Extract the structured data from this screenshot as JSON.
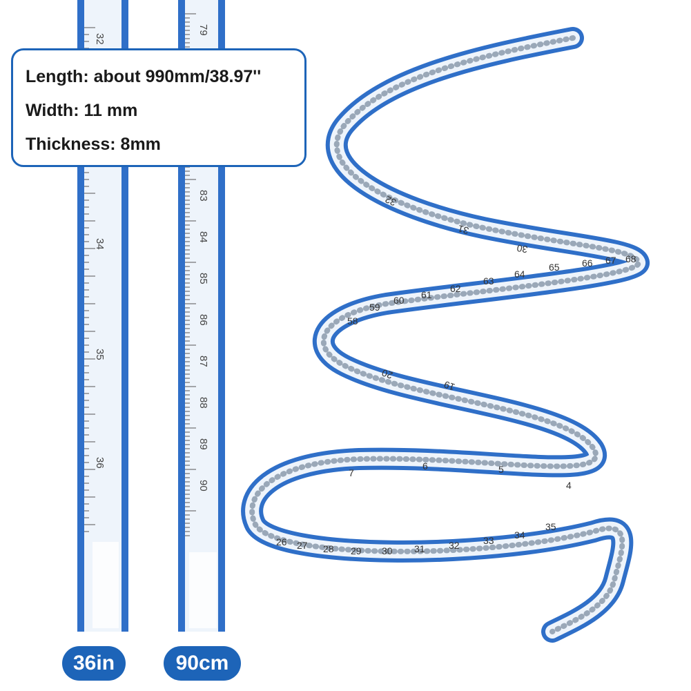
{
  "specs": {
    "length": "Length: about 990mm/38.97''",
    "width": "Width: 11 mm",
    "thickness": "Thickness: 8mm"
  },
  "badges": {
    "inch": "36in",
    "cm": "90cm"
  },
  "inch_ruler": {
    "labels": [
      "32",
      "34",
      "35",
      "36"
    ]
  },
  "cm_ruler": {
    "labels": [
      "79",
      "83",
      "84",
      "85",
      "86",
      "87",
      "88",
      "89",
      "90"
    ]
  },
  "spiral_ruler": {
    "labels": [
      "30",
      "31",
      "32",
      "58",
      "59",
      "60",
      "61",
      "62",
      "63",
      "64",
      "65",
      "66",
      "67",
      "68",
      "19",
      "20",
      "7",
      "6",
      "5",
      "4",
      "26",
      "27",
      "28",
      "29",
      "30",
      "31",
      "32",
      "33",
      "34",
      "35"
    ]
  },
  "colors": {
    "accent": "#1d64b8",
    "ruler_blue": "#2f6fc8",
    "ruler_clear": "#eef4fb"
  }
}
